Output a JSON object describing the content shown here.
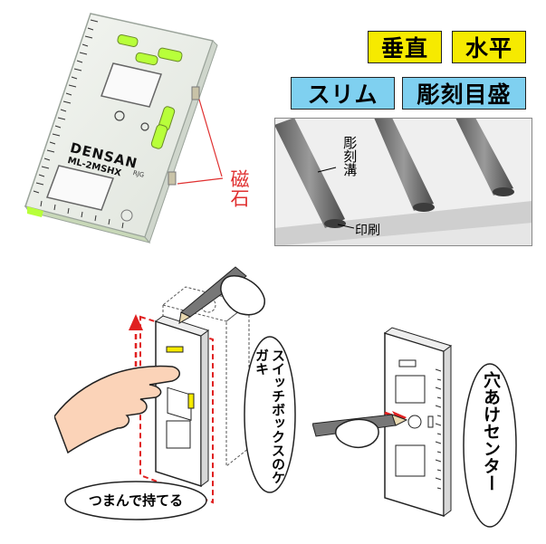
{
  "badges": {
    "vertical": "垂直",
    "horizontal": "水平",
    "slim": "スリム",
    "engraved_scale": "彫刻目盛"
  },
  "product": {
    "brand": "DENSAN",
    "model": "ML-2MSHX",
    "model_suffix": "RJG"
  },
  "labels": {
    "magnet": "磁石",
    "engraved_groove": "彫刻溝",
    "printed": "印刷",
    "switchbox_marking": "スイッチボックスのケガキ",
    "hold_by_pinching": "つまんで持てる",
    "hole_center": "穴あけセンター"
  },
  "colors": {
    "yellow_badge": "#f6ea00",
    "blue_badge": "#7fd0f0",
    "magnet_line": "#e03030",
    "level_green": "#b8ff3a"
  }
}
